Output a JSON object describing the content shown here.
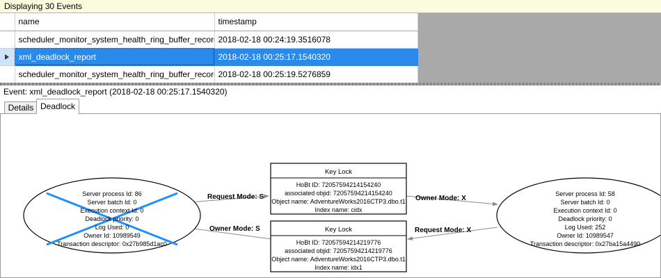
{
  "banner": {
    "text": "Displaying 30 Events"
  },
  "grid": {
    "columns": [
      "",
      "name",
      "timestamp"
    ],
    "rows": [
      {
        "indicator": "",
        "name": "scheduler_monitor_system_health_ring_buffer_recorded",
        "timestamp": "2018-02-18 00:24:19.3516078",
        "selected": false
      },
      {
        "indicator": "current-row-arrow",
        "name": "xml_deadlock_report",
        "timestamp": "2018-02-18 00:25:17.1540320",
        "selected": true
      },
      {
        "indicator": "",
        "name": "scheduler_monitor_system_health_ring_buffer_recorded",
        "timestamp": "2018-02-18 00:25:19.5276859",
        "selected": false
      }
    ]
  },
  "event": {
    "header": "Event: xml_deadlock_report (2018-02-18 00:25:17.1540320)"
  },
  "tabs": [
    {
      "label": "Details",
      "active": false
    },
    {
      "label": "Deadlock",
      "active": true
    }
  ],
  "colors": {
    "banner_bg": "#FBFBE0",
    "selection_blue": "#2A8AEA",
    "row_header_blue": "#CFE4FB",
    "grid_empty_gray": "#A9A9A9",
    "victim_cross_blue": "#1E90FF",
    "edge_gray": "#808080",
    "node_border": "#000000"
  },
  "deadlock_graph": {
    "processes": [
      {
        "id": "process-left",
        "victim": true,
        "lines": [
          "Server process Id: 86",
          "Server batch Id: 0",
          "Execution context Id: 0",
          "Deadlock priority: 0",
          "Log Used: 0",
          "Owner Id: 10989549",
          "Transaction descriptor: 0x27b985d1ac0"
        ]
      },
      {
        "id": "process-right",
        "victim": false,
        "lines": [
          "Server process Id: 58",
          "Server batch Id: 0",
          "Execution context Id: 0",
          "Deadlock priority: 0",
          "Log Used: 252",
          "Owner Id: 10989547",
          "Transaction descriptor: 0x27ba15a4490"
        ]
      }
    ],
    "resources": [
      {
        "id": "keylock-top",
        "title": "Key Lock",
        "lines": [
          "HoBt ID: 72057594214154240",
          "associated objid: 72057594214154240",
          "Object name: AdventureWorks2016CTP3.dbo.t1",
          "Index name: cidx"
        ]
      },
      {
        "id": "keylock-bottom",
        "title": "Key Lock",
        "lines": [
          "HoBt ID: 72057594214219776",
          "associated objid: 72057594214219776",
          "Object name: AdventureWorks2016CTP3.dbo.t1",
          "Index name: idx1"
        ]
      }
    ],
    "edges": [
      {
        "id": "edge-left-request",
        "label": "Request Mode: S",
        "from": "process-left",
        "to": "keylock-top",
        "direction": "to-resource"
      },
      {
        "id": "edge-right-owner",
        "label": "Owner Mode: X",
        "from": "keylock-top",
        "to": "process-right",
        "direction": "to-process"
      },
      {
        "id": "edge-left-owner",
        "label": "Owner Mode: S",
        "from": "keylock-bottom",
        "to": "process-left",
        "direction": "to-process"
      },
      {
        "id": "edge-right-request",
        "label": "Request Mode: X",
        "from": "process-right",
        "to": "keylock-bottom",
        "direction": "to-resource"
      }
    ]
  }
}
